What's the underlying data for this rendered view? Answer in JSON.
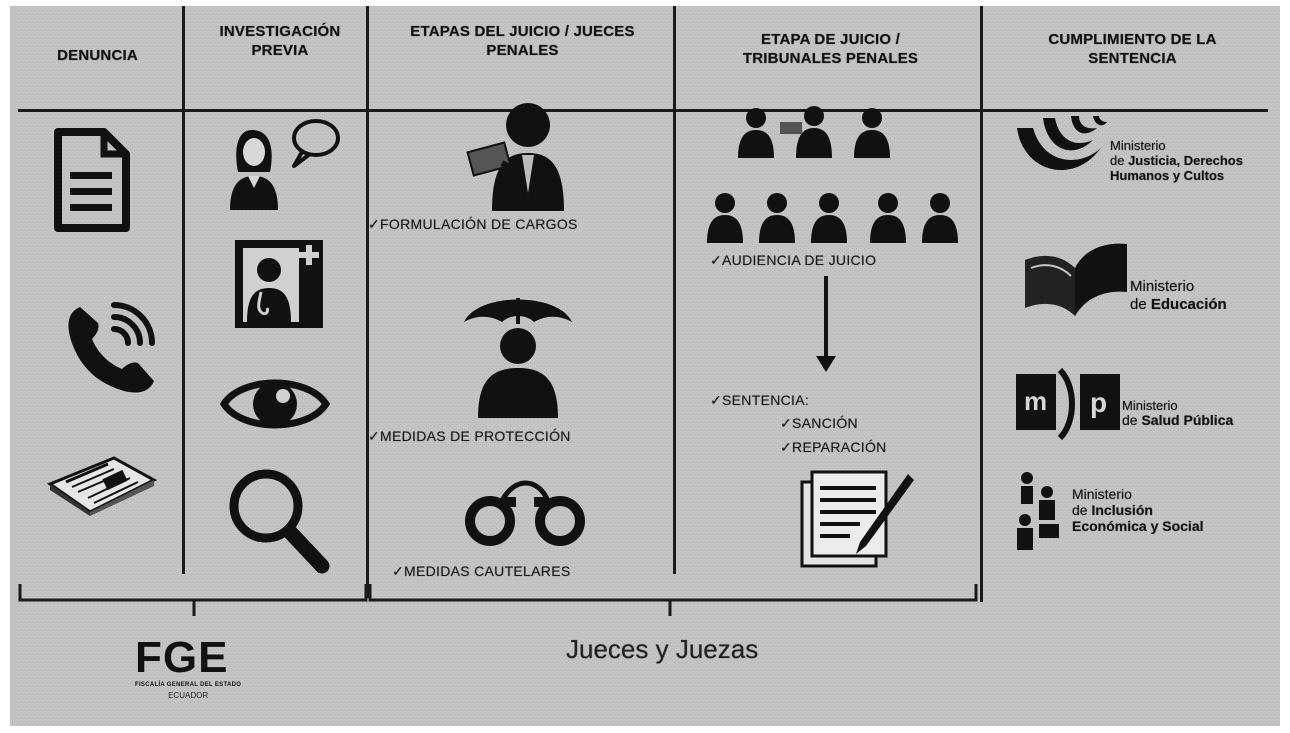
{
  "headers": {
    "denuncia": "DENUNCIA",
    "investigacion_1": "INVESTIGACIÓN",
    "investigacion_2": "PREVIA",
    "etapas_1": "ETAPAS DEL JUICIO / JUECES",
    "etapas_2": "PENALES",
    "juicio_1": "ETAPA DE JUICIO /",
    "juicio_2": "TRIBUNALES PENALES",
    "cumplimiento_1": "CUMPLIMIENTO DE LA",
    "cumplimiento_2": "SENTENCIA"
  },
  "etapas": {
    "formulacion": "✓FORMULACIÓN DE CARGOS",
    "proteccion": "✓MEDIDAS DE PROTECCIÓN",
    "cautelares": "✓MEDIDAS CAUTELARES"
  },
  "juicio": {
    "audiencia": "✓AUDIENCIA DE JUICIO",
    "sentencia": "✓SENTENCIA:",
    "sancion": "✓SANCIÓN",
    "reparacion": "✓REPARACIÓN"
  },
  "ministries": {
    "justicia": {
      "l1": "Ministerio",
      "l2a": "de ",
      "l2b": "Justicia, Derechos",
      "l3": "Humanos y Cultos"
    },
    "educacion": {
      "l1": "Ministerio",
      "l2a": "de ",
      "l2b": "Educación"
    },
    "salud": {
      "l1": "Ministerio",
      "l2a": "de ",
      "l2b": "Salud Pública",
      "logo": "mp"
    },
    "inclusion": {
      "l1": "Ministerio",
      "l2a": "de ",
      "l2b": "Inclusión",
      "l3": "Económica y Social"
    }
  },
  "footer": {
    "fge": "FGE",
    "fge_sub": "FISCALÍA GENERAL DEL ESTADO",
    "fge_country": "ECUADOR",
    "judges": "Jueces y Juezas"
  },
  "colors": {
    "panel": "#c4c4c4",
    "ink": "#1a1a1a",
    "icon": "#111111"
  }
}
